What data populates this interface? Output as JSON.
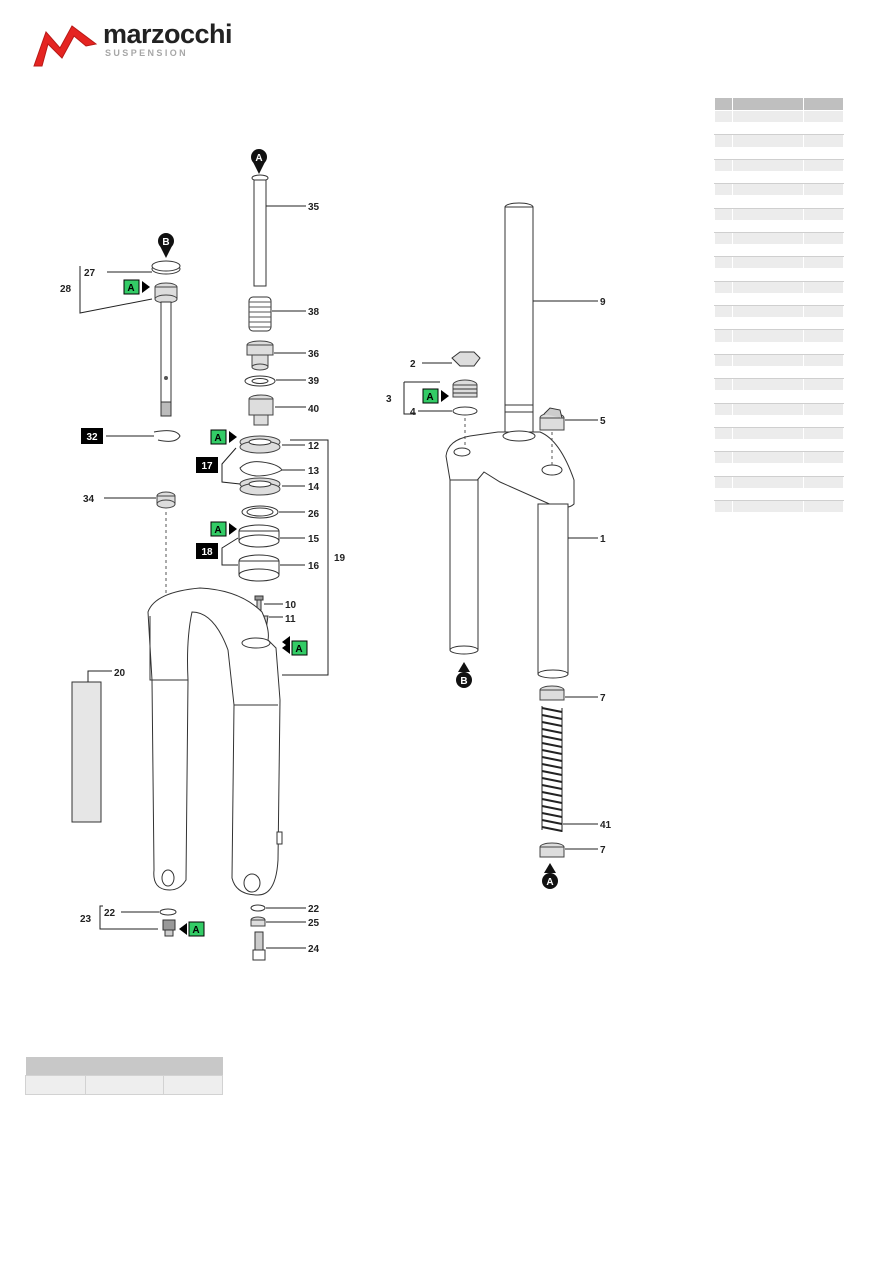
{
  "brand": {
    "name": "marzocchi",
    "tagline": "SUSPENSION",
    "color": "#e52421"
  },
  "callouts": {
    "n1": "1",
    "n2": "2",
    "n3": "3",
    "n4": "4",
    "n5": "5",
    "n7a": "7",
    "n7b": "7",
    "n9": "9",
    "n10": "10",
    "n11": "11",
    "n12": "12",
    "n13": "13",
    "n14": "14",
    "n15": "15",
    "n16": "16",
    "n17": "17",
    "n18": "18",
    "n19": "19",
    "n20": "20",
    "n22a": "22",
    "n22b": "22",
    "n23": "23",
    "n24": "24",
    "n25": "25",
    "n26": "26",
    "n27": "27",
    "n28": "28",
    "n32": "32",
    "n34": "34",
    "n35": "35",
    "n36": "36",
    "n38": "38",
    "n39": "39",
    "n40": "40",
    "n41": "41"
  },
  "markers": {
    "a": "A",
    "b": "B"
  },
  "colors": {
    "lube_badge": "#33cc66",
    "kit_badge": "#000000",
    "table_header": "#bfbfbf",
    "table_stripe": "#ececec"
  },
  "parts_table_rows": 34,
  "bottom_table_rows": 2
}
